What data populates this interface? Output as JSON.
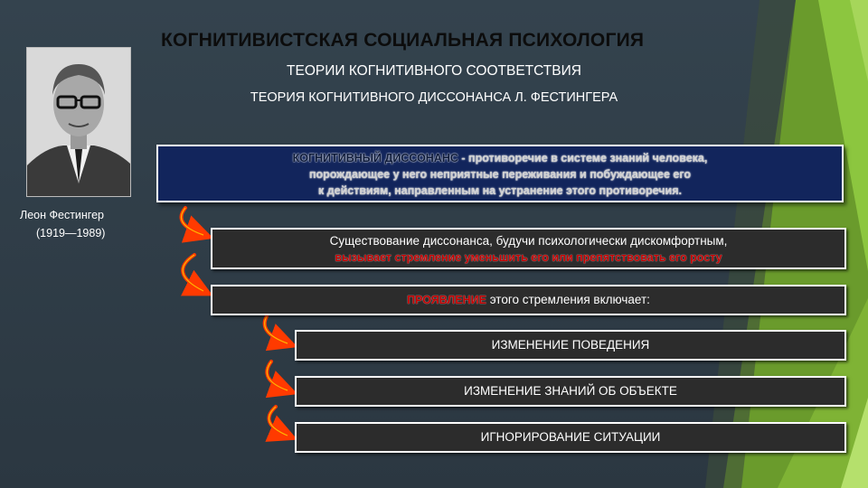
{
  "slide": {
    "title": "КОГНИТИВИСТСКАЯ СОЦИАЛЬНАЯ ПСИХОЛОГИЯ",
    "subtitle1": "ТЕОРИИ КОГНИТИВНОГО СООТВЕТСТВИЯ",
    "subtitle2": "ТЕОРИЯ КОГНИТИВНОГО ДИССОНАНСА Л. ФЕСТИНГЕРА"
  },
  "portrait": {
    "name": "Леон Фестингер",
    "years": "(1919—1989)"
  },
  "definition": {
    "term": "КОГНИТИВНЫЙ ДИССОНАНС",
    "text_line1": " - противоречие в системе знаний человека,",
    "text_line2": "порождающее у него неприятные переживания и побуждающее его",
    "text_line3": "к действиям, направленным на устранение этого противоречия."
  },
  "box1": {
    "line1": "Существование диссонанса, будучи психологически дискомфортным,",
    "line2": "вызывает стремление уменьшить его или препятствовать его росту"
  },
  "box2": {
    "highlight": "ПРОЯВЛЕНИЕ",
    "rest": " этого стремления включает:"
  },
  "items": [
    {
      "label": "ИЗМЕНЕНИЕ ПОВЕДЕНИЯ"
    },
    {
      "label": "ИЗМЕНЕНИЕ ЗНАНИЙ ОБ ОБЪЕКТЕ"
    },
    {
      "label": "ИГНОРИРОВАНИЕ СИТУАЦИИ"
    }
  ],
  "colors": {
    "background": "#2c3a45",
    "accent_green": "#8cc63f",
    "definition_fill": "#12255c",
    "arrow": "#ff3a00",
    "highlight_red": "#c40000"
  }
}
